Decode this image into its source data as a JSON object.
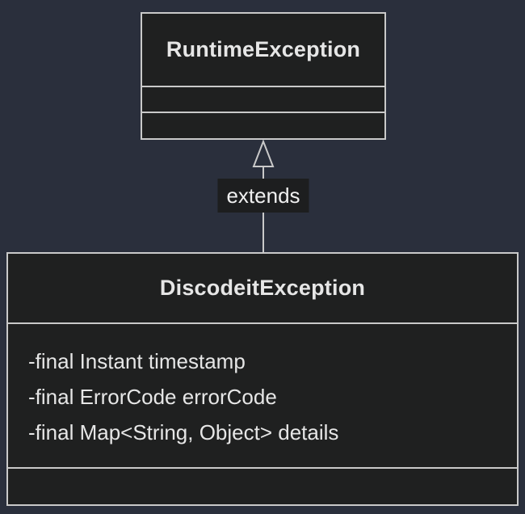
{
  "diagram": {
    "type": "uml-class-diagram",
    "colors": {
      "background": "#2a2f3c",
      "node_fill": "#1f2020",
      "border": "#c9c9c9",
      "text": "#e6e6e6",
      "edge_label_background": "#1d1e1f"
    },
    "nodes": {
      "parent": {
        "title": "RuntimeException",
        "attributes": [],
        "methods": []
      },
      "child": {
        "title": "DiscodeitException",
        "attributes": [
          "-final Instant timestamp",
          "-final ErrorCode errorCode",
          "-final Map<String, Object> details"
        ],
        "methods": []
      }
    },
    "edge": {
      "label": "extends",
      "type": "inheritance",
      "from": "DiscodeitException",
      "to": "RuntimeException"
    }
  }
}
